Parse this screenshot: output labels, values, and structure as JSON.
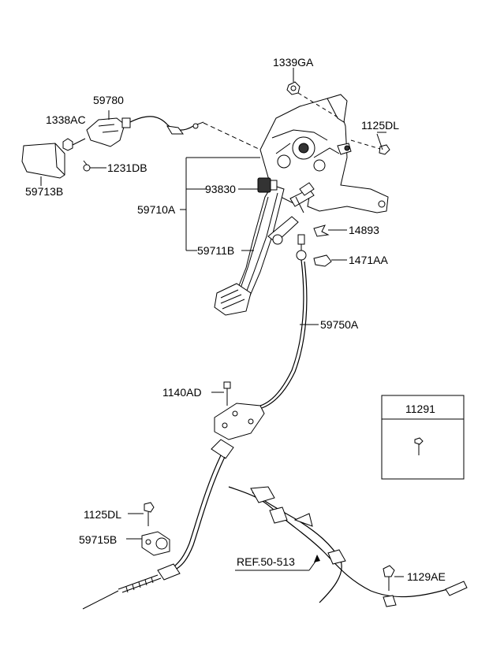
{
  "labels": {
    "p1339GA": "1339GA",
    "p59780": "59780",
    "p1338AC": "1338AC",
    "p1125DL_top": "1125DL",
    "p59713B": "59713B",
    "p1231DB": "1231DB",
    "p93830": "93830",
    "p59710A": "59710A",
    "p14893": "14893",
    "p59711B": "59711B",
    "p1471AA": "1471AA",
    "p59750A": "59750A",
    "p1140AD": "1140AD",
    "p11291": "11291",
    "p1125DL_bottom": "1125DL",
    "p59715B": "59715B",
    "ref": "REF.50-513",
    "p1129AE": "1129AE"
  }
}
